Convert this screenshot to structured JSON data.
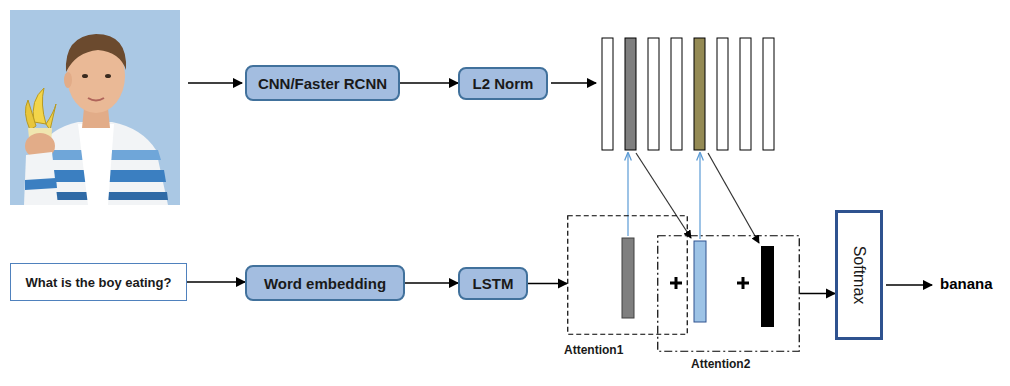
{
  "diagram": {
    "nodes": [
      {
        "text": [
          "CNN/Faster RCNN"
        ]
      },
      {
        "text": [
          "L2 Norm"
        ]
      },
      {
        "text": [
          "What is the boy eating?"
        ]
      },
      {
        "text": [
          "Word embedding"
        ]
      },
      {
        "text": [
          "LSTM"
        ]
      },
      {
        "text": [
          "Attention1"
        ]
      },
      {
        "text": [
          "Attention2"
        ]
      },
      {
        "text": [
          "Softmax"
        ]
      }
    ],
    "edges": [
      {
        "from": 0,
        "to": 1,
        "arrow": "to"
      },
      {
        "from": 2,
        "to": 3,
        "arrow": "to"
      },
      {
        "from": 3,
        "to": 4,
        "arrow": "to"
      },
      {
        "from": 4,
        "to": 5,
        "arrow": "to"
      },
      {
        "from": 6,
        "to": 7,
        "arrow": "to"
      }
    ],
    "labels": [
      "banana"
    ]
  }
}
